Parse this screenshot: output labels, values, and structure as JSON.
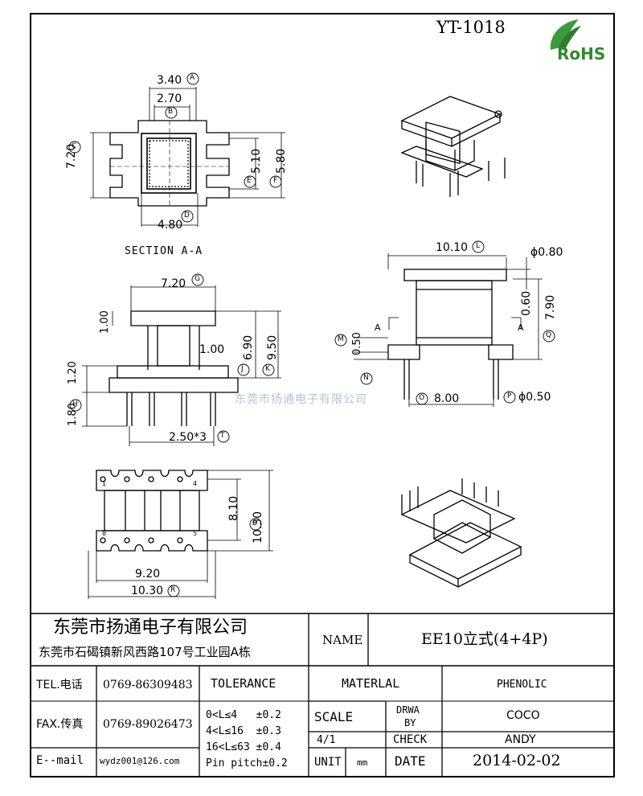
{
  "header": {
    "part_number": "YT-1018",
    "rohs_text": "RoHS"
  },
  "watermark": "东莞市扬通电子有限公司",
  "section_a": {
    "dim_a": "3.40",
    "dim_b": "2.70",
    "dim_c": "7.20",
    "dim_d": "4.80",
    "dim_e": "5.10",
    "dim_f": "5.80",
    "caption": "SECTION A-A"
  },
  "front_view": {
    "dim_g": "7.20",
    "dim_top": "1.00",
    "dim_mid": "1.00",
    "dim_j": "6.90",
    "dim_k": "9.50",
    "dim_left": "1.20",
    "dim_h": "1.80",
    "pitch": "2.50*3"
  },
  "bottom_view": {
    "dim_s": "10.30",
    "dim_inner": "8.10",
    "width_inner": "9.20",
    "width_r": "10.30",
    "pin_1": "1",
    "pin_4": "4",
    "pin_8": "8",
    "pin_5": "5"
  },
  "side_view": {
    "dim_l": "10.10",
    "dim_dia_top": "ϕ0.80",
    "dim_060": "0.60",
    "dim_q": "7.90",
    "dim_m": "0.50",
    "dim_o": "8.00",
    "dim_p": "ϕ0.50",
    "arrow_left": "A",
    "arrow_right": "A"
  },
  "bubbles": {
    "a": "A",
    "b": "B",
    "c": "C",
    "d": "D",
    "e": "E",
    "f": "F",
    "g": "G",
    "h": "H",
    "j": "J",
    "k": "K",
    "l": "L",
    "m": "M",
    "n": "N",
    "o": "O",
    "p": "P",
    "q": "Q",
    "r": "R",
    "s": "S",
    "t": "T"
  },
  "title_block": {
    "company": "东莞市扬通电子有限公司",
    "address": "东莞市石碣镇新风西路107号工业园A栋",
    "name_label": "NAME",
    "product_name": "EE10立式(4+4P)",
    "tel_label": "TEL.电话",
    "tel": "0769-86309483",
    "fax_label": "FAX.传真",
    "fax": "0769-89026473",
    "email_label": "E--mail",
    "email": "wydz001@126.com",
    "tolerance_label": "TOLERANCE",
    "tol_1": "0<L≤4   ±0.2",
    "tol_2": "4<L≤16  ±0.3",
    "tol_3": "16<L≤63 ±0.4",
    "tol_4": "Pin pitch±0.2",
    "material_label": "MATERLAL",
    "material": "PHENOLIC",
    "scale_label": "SCALE",
    "scale": "4/1",
    "drawn_label_1": "DRWA",
    "drawn_label_2": "BY",
    "drawn_by": "COCO",
    "check_label": "CHECK",
    "checked_by": "ANDY",
    "unit_label": "UNIT",
    "unit": "mm",
    "date_label": "DATE",
    "date": "2014-02-02"
  }
}
